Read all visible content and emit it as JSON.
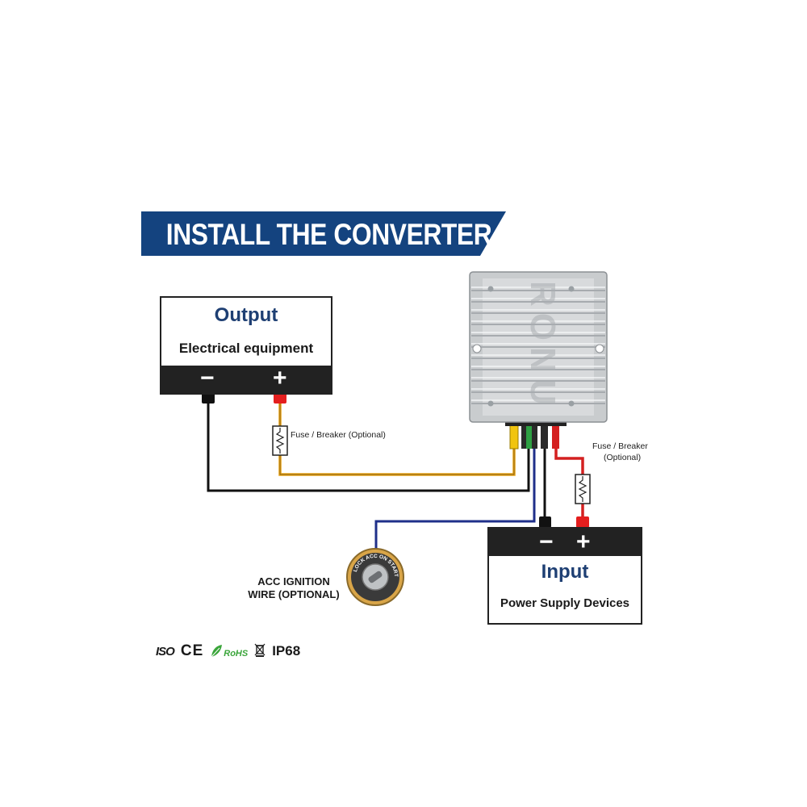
{
  "title": "INSTALL THE CONVERTER",
  "output": {
    "title": "Output",
    "subtitle": "Electrical equipment",
    "minus": "−",
    "plus": "+"
  },
  "input": {
    "title": "Input",
    "subtitle": "Power Supply Devices",
    "minus": "−",
    "plus": "+"
  },
  "fuse_output_label": "Fuse / Breaker (Optional)",
  "fuse_input_label": {
    "line1": "Fuse / Breaker",
    "line2": "(Optional)"
  },
  "acc_label": {
    "line1": "ACC IGNITION",
    "line2": "WIRE (OPTIONAL)"
  },
  "ignition_ring_text": "LOCK ACC ON START",
  "converter_brand": "RONU",
  "certifications": {
    "iso": "ISO",
    "ce": "CE",
    "rohs": "RoHS",
    "ip": "IP68"
  },
  "colors": {
    "banner": "#14437f",
    "title_blue": "#1e3f73",
    "wire_yellow": "#e8a317",
    "wire_red": "#d42020",
    "wire_black": "#111111",
    "wire_blue": "#1f2f8a",
    "rohs_green": "#3aa53a"
  }
}
